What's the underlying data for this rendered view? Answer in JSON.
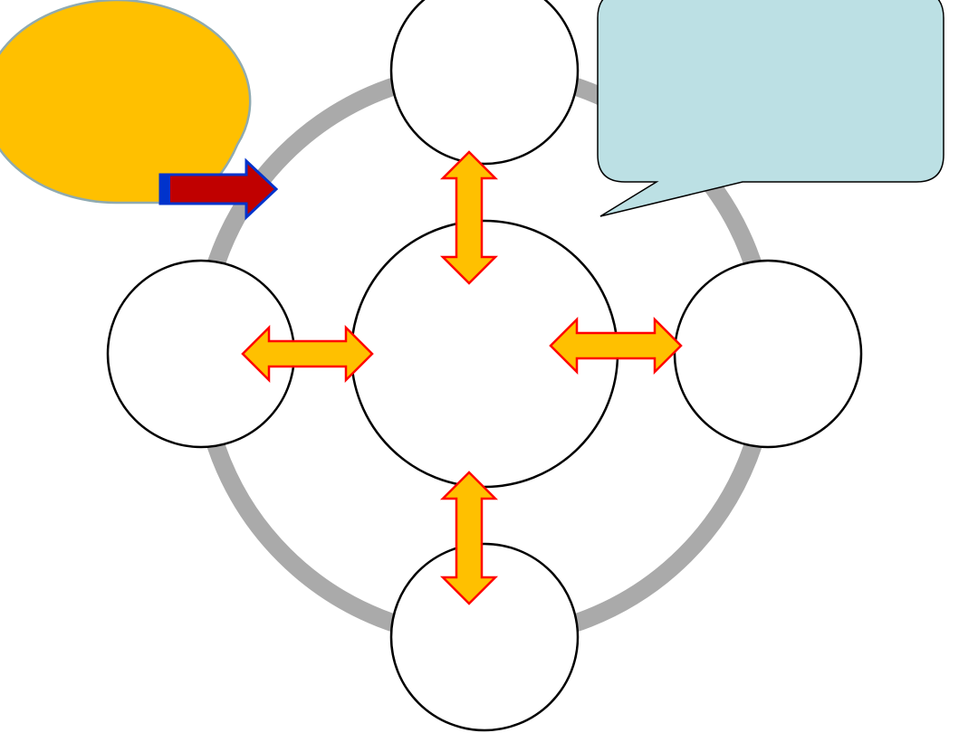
{
  "diagram": {
    "colors": {
      "ring": "#aaaaaa",
      "node_fill": "#ffffff",
      "node_stroke": "#000000",
      "double_arrow_fill": "#ffc000",
      "double_arrow_stroke": "#ff0000",
      "callout_fill": "#bce0e4",
      "ellipse_callout_fill": "#ffc000",
      "ellipse_callout_stroke": "#8faab0",
      "pointer_arrow_fill": "#c00000",
      "pointer_arrow_stroke": "#0033cc"
    },
    "nodes": [
      "center",
      "top",
      "right",
      "bottom",
      "left"
    ]
  }
}
